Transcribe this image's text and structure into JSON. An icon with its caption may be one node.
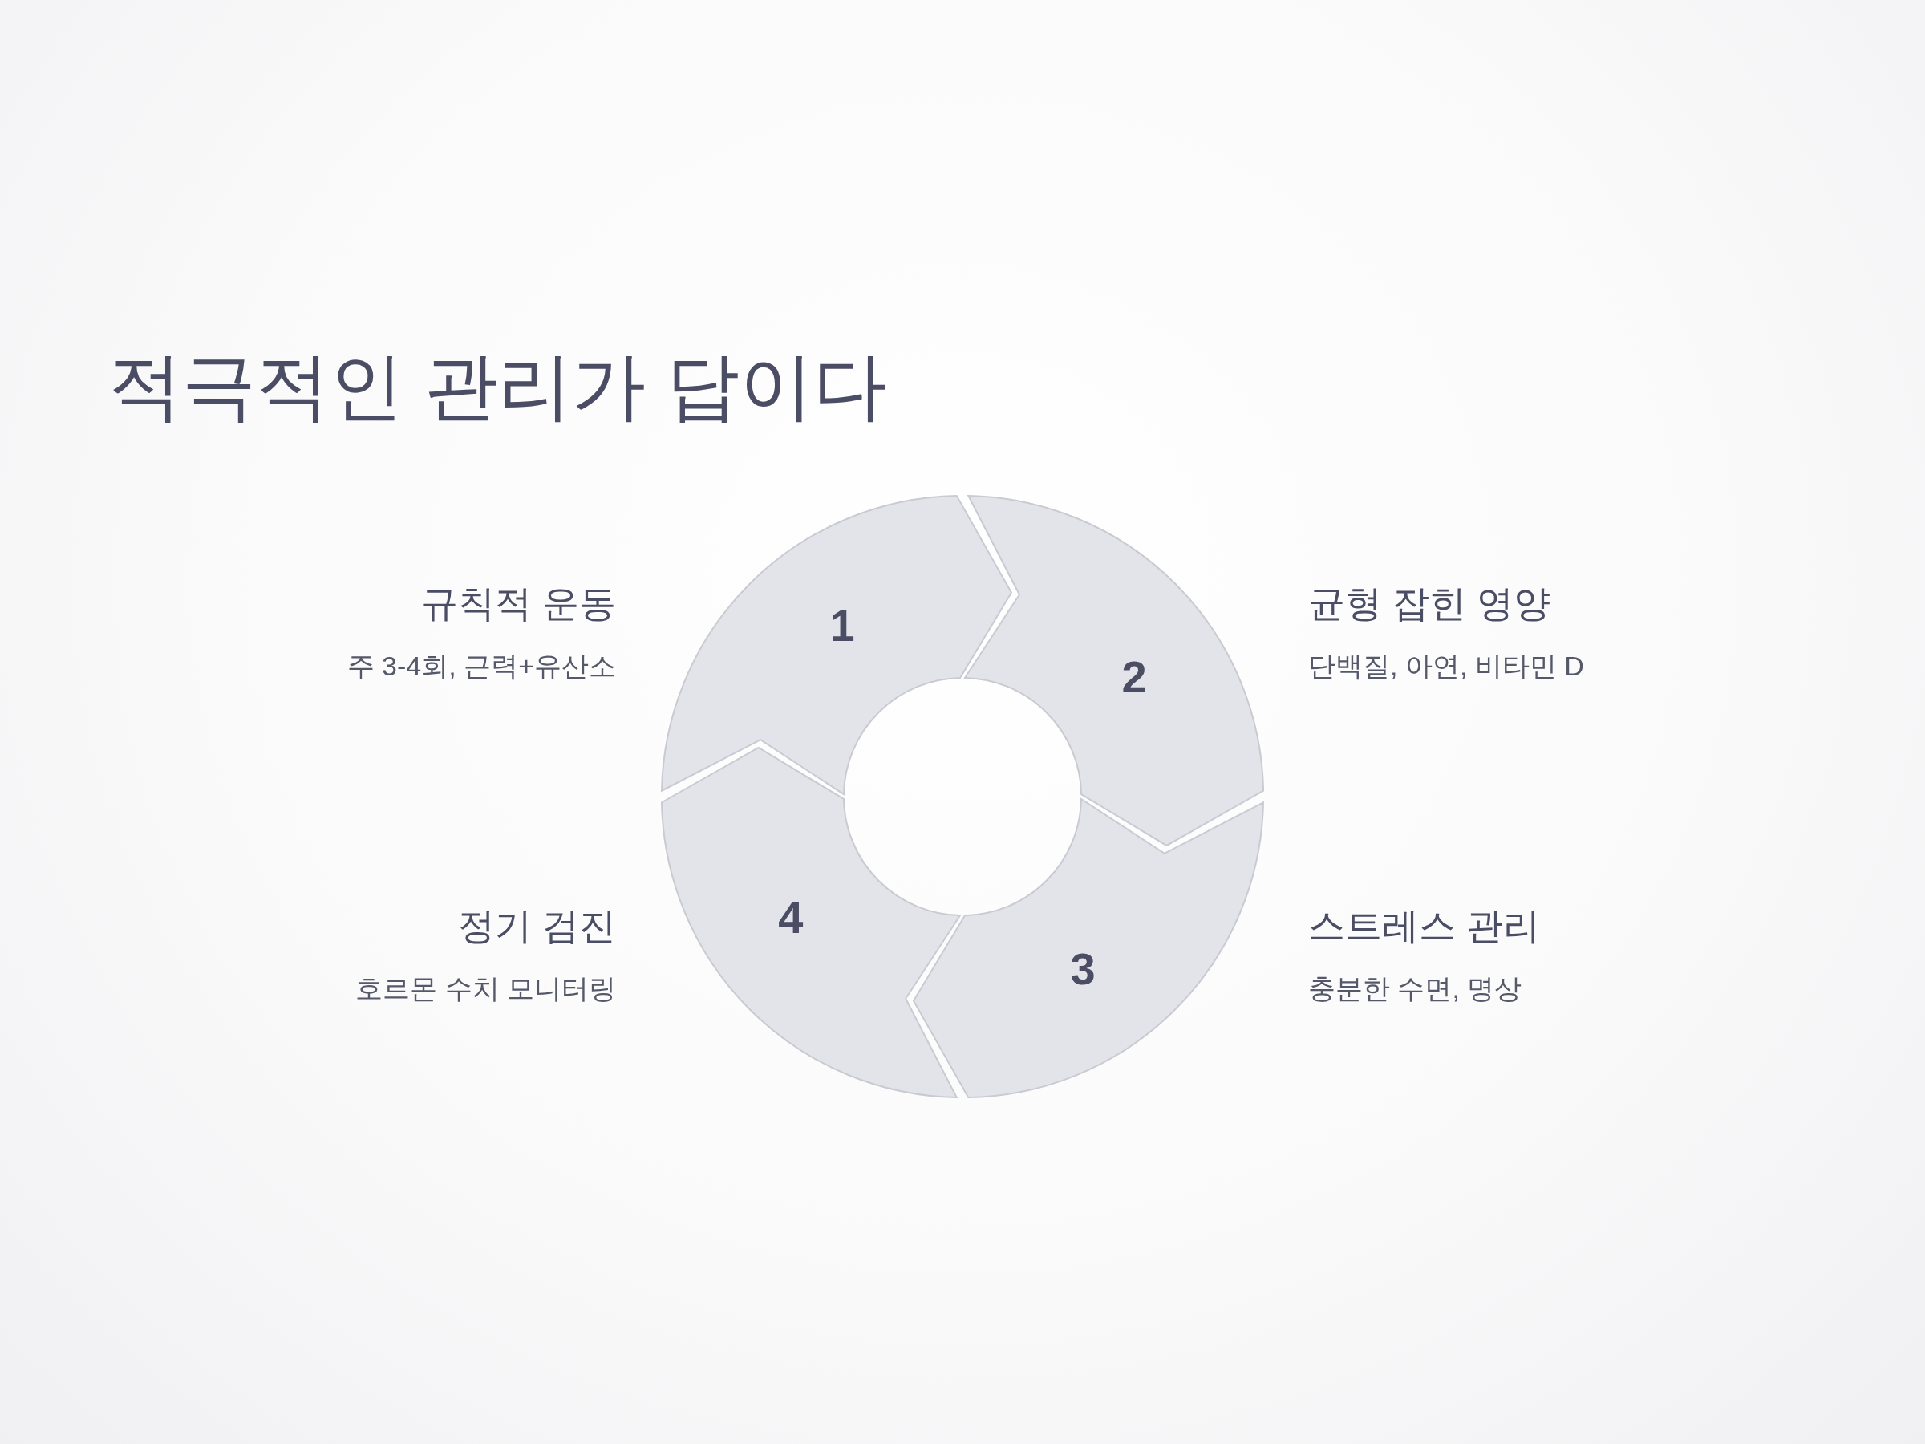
{
  "diagram": {
    "title": "적극적인 관리가 답이다",
    "nodes": [
      {
        "text": [
          "1"
        ],
        "beside": [
          "규칙적 운동",
          "주 3-4회, 근력+유산소"
        ]
      },
      {
        "text": [
          "2"
        ],
        "beside": [
          "균형 잡힌 영양",
          "단백질, 아연, 비타민 D"
        ]
      },
      {
        "text": [
          "3"
        ],
        "beside": [
          "스트레스 관리",
          "충분한 수면, 명상"
        ]
      },
      {
        "text": [
          "4"
        ],
        "beside": [
          "정기 검진",
          "호르몬 수치 모니터링"
        ]
      }
    ]
  }
}
